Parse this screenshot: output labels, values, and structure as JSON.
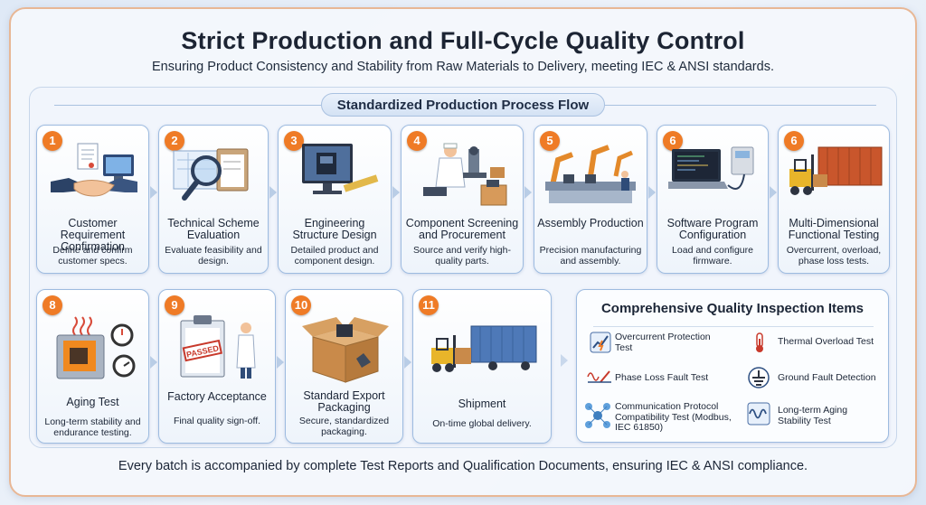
{
  "header": {
    "title": "Strict Production and Full-Cycle Quality Control",
    "subtitle": "Ensuring Product Consistency and Stability from Raw Materials to Delivery, meeting IEC & ANSI standards."
  },
  "process": {
    "label": "Standardized Production Process Flow",
    "steps": [
      {
        "number": "1",
        "title": "Customer Requirement Confirmation",
        "desc": "Define and confirm customer specs.",
        "icon": "handshake-icon"
      },
      {
        "number": "2",
        "title": "Technical Scheme Evaluation",
        "desc": "Evaluate feasibility and design.",
        "icon": "magnifier-blueprint-icon"
      },
      {
        "number": "3",
        "title": "Engineering Structure Design",
        "desc": "Detailed product and component design.",
        "icon": "cad-monitor-icon"
      },
      {
        "number": "4",
        "title": "Component Screening and Procurement",
        "desc": "Source and verify high-quality parts.",
        "icon": "lab-inspector-icon"
      },
      {
        "number": "5",
        "title": "Assembly Production",
        "desc": "Precision manufacturing and assembly.",
        "icon": "robot-arm-icon"
      },
      {
        "number": "6",
        "title": "Software Program Configuration",
        "desc": "Load and configure firmware.",
        "icon": "laptop-device-icon"
      },
      {
        "number": "6",
        "title": "Multi-Dimensional Functional Testing",
        "desc": "Overcurrent, overload, phase loss tests.",
        "icon": "forklift-container-icon"
      },
      {
        "number": "8",
        "title": "Aging Test",
        "desc": "Long-term stability and endurance testing.",
        "icon": "aging-chamber-icon"
      },
      {
        "number": "9",
        "title": "Factory Acceptance",
        "desc": "Final quality sign-off.",
        "icon": "passed-stamp-icon"
      },
      {
        "number": "10",
        "title": "Standard Export Packaging",
        "desc": "Secure, standardized packaging.",
        "icon": "package-box-icon"
      },
      {
        "number": "11",
        "title": "Shipment",
        "desc": "On-time global delivery.",
        "icon": "shipping-truck-icon"
      }
    ]
  },
  "inspection": {
    "title": "Comprehensive Quality Inspection Items",
    "items": [
      {
        "label": "Overcurrent Protection Test",
        "icon": "overcurrent-icon"
      },
      {
        "label": "Thermal Overload Test",
        "icon": "thermometer-icon"
      },
      {
        "label": "Phase Loss Fault Test",
        "icon": "phase-loss-icon"
      },
      {
        "label": "Ground Fault Detection",
        "icon": "ground-icon"
      },
      {
        "label": "Communication Protocol Compatibility Test (Modbus,  IEC 61850)",
        "icon": "network-icon"
      },
      {
        "label": "Long-term Aging Stability Test",
        "icon": "waveform-icon"
      }
    ]
  },
  "footer": "Every batch is accompanied by complete Test Reports and Qualification Documents, ensuring IEC & ANSI compliance.",
  "colors": {
    "badge": "#ef7b26",
    "card_border": "#9dbbe0",
    "frame": "#e8b795"
  }
}
